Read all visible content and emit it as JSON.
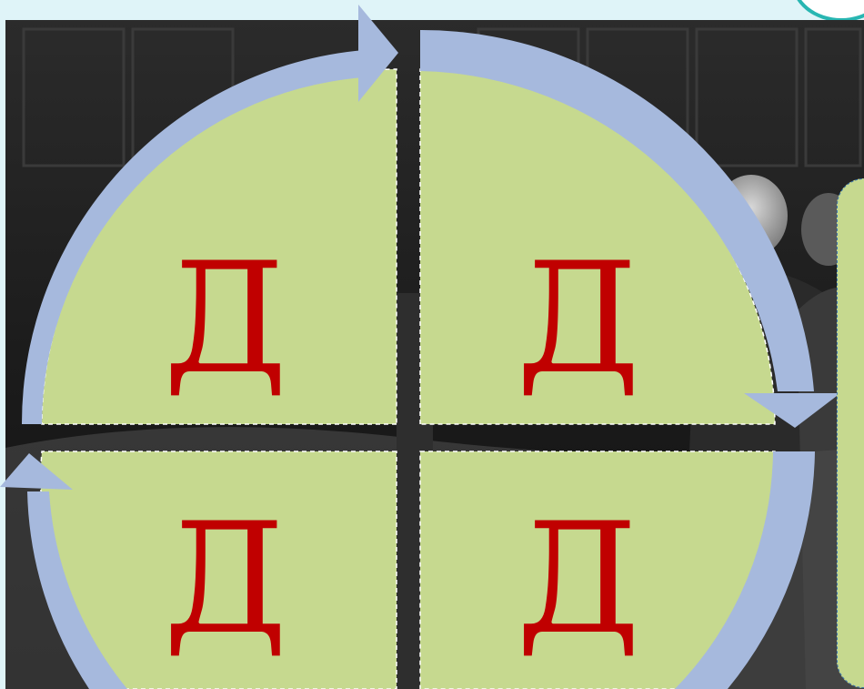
{
  "slide": {
    "background_color": "#dff4f8",
    "accent_badge_color": "#28b6b2"
  },
  "diagram": {
    "quadrant_fill": "#c6d98f",
    "arrow_color": "#a6b9dd",
    "label_color": "#c00000",
    "quadrants": [
      {
        "id": "top-left",
        "label": "Д"
      },
      {
        "id": "top-right",
        "label": "Д"
      },
      {
        "id": "bottom-left",
        "label": "Д"
      },
      {
        "id": "bottom-right",
        "label": "Д"
      }
    ]
  }
}
